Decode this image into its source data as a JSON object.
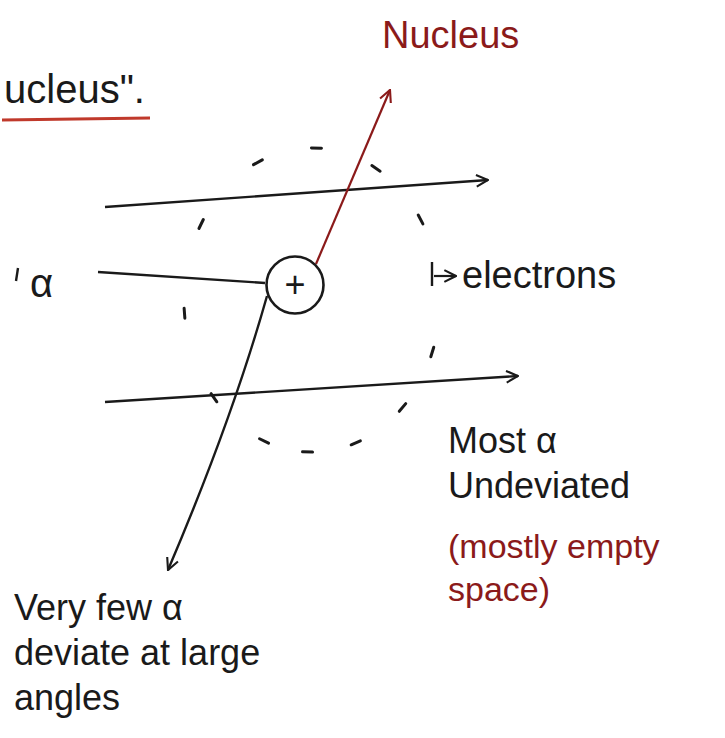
{
  "diagram": {
    "nodes": [
      {
        "text": [
          "+"
        ]
      }
    ],
    "labels": [
      "ucleus\".",
      "Nucleus",
      "α",
      "electrons",
      "Most α Undeviated",
      "(mostly empty space)",
      "Very few α deviate at large angles"
    ]
  }
}
